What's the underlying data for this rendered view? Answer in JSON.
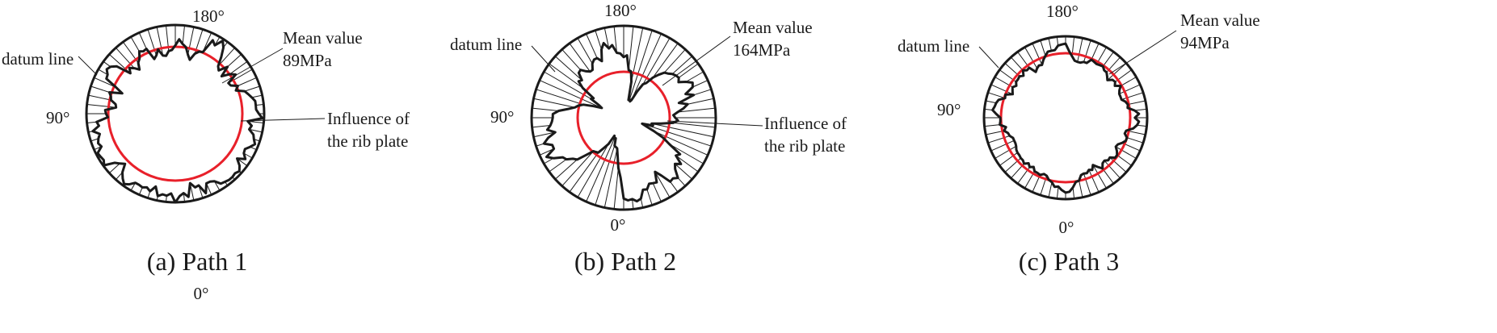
{
  "colors": {
    "outline": "#1a1a1a",
    "mean_circle": "#e8202a",
    "background": "#ffffff"
  },
  "panels": [
    {
      "caption": "(a) Path 1",
      "angle_top": "180°",
      "angle_bottom": "0°",
      "angle_left": "90°",
      "datum_label": "datum line",
      "mean_label_1": "Mean value",
      "mean_label_2": "89MPa",
      "rib_label_1": "Influence of",
      "rib_label_2": "the rib plate",
      "mean_value_mpa": 89,
      "stress_profile": [
        1.0,
        0.93,
        0.9,
        0.95,
        0.8,
        0.86,
        0.85,
        0.96,
        0.86,
        0.86,
        0.88,
        0.94,
        0.95,
        0.96,
        0.96,
        0.95,
        0.97,
        0.93,
        0.86,
        0.94,
        0.89,
        0.88,
        0.92,
        0.96,
        0.93,
        0.91,
        0.85,
        0.87,
        0.82,
        0.98,
        0.94,
        0.91,
        0.91,
        0.91,
        0.88,
        0.85,
        0.82,
        0.73,
        0.77,
        0.7,
        0.69,
        0.81,
        0.76,
        0.67,
        0.79,
        0.69,
        0.72,
        0.82,
        0.92,
        0.98,
        0.89,
        0.93,
        0.76,
        0.75,
        0.71,
        0.63,
        0.68,
        0.76,
        0.79,
        0.84,
        0.77,
        0.72,
        0.71,
        0.66,
        0.67,
        0.75,
        0.69,
        0.66,
        0.8,
        0.79,
        0.81,
        0.74,
        0.71,
        0.64,
        0.69,
        0.73,
        0.68,
        0.85,
        0.9,
        0.92,
        0.88,
        0.87,
        0.73,
        0.64,
        0.78,
        0.75,
        0.74,
        0.68,
        0.67,
        0.79,
        0.78,
        0.76,
        0.89,
        0.87,
        0.95,
        0.88,
        0.91,
        0.93,
        0.91,
        0.98,
        0.97,
        0.96,
        0.99,
        0.88,
        0.84,
        0.8,
        0.89,
        0.94,
        0.98,
        0.95,
        0.9,
        0.9,
        0.91,
        0.89,
        0.92,
        0.85,
        0.95,
        0.92,
        0.93,
        0.9
      ]
    },
    {
      "caption": "(b) Path 2",
      "angle_top": "180°",
      "angle_bottom": "0°",
      "angle_left": "90°",
      "datum_label": "datum line",
      "mean_label_1": "Mean value",
      "mean_label_2": "164MPa",
      "rib_label_1": "Influence of",
      "rib_label_2": "the rib plate",
      "mean_value_mpa": 164,
      "stress_profile": [
        0.88,
        0.9,
        0.89,
        0.92,
        0.9,
        0.81,
        0.82,
        0.77,
        0.78,
        0.79,
        0.68,
        0.75,
        0.86,
        0.85,
        0.88,
        0.79,
        0.75,
        0.8,
        0.7,
        0.73,
        0.57,
        0.48,
        0.36,
        0.26,
        0.21,
        0.33,
        0.31,
        0.41,
        0.54,
        0.59,
        0.56,
        0.54,
        0.59,
        0.66,
        0.71,
        0.62,
        0.8,
        0.72,
        0.82,
        0.84,
        0.78,
        0.71,
        0.74,
        0.73,
        0.71,
        0.68,
        0.66,
        0.6,
        0.54,
        0.45,
        0.42,
        0.32,
        0.21,
        0.19,
        0.21,
        0.2,
        0.4,
        0.51,
        0.52,
        0.68,
        0.66,
        0.7,
        0.71,
        0.8,
        0.77,
        0.84,
        0.78,
        0.66,
        0.71,
        0.71,
        0.68,
        0.62,
        0.62,
        0.65,
        0.7,
        0.69,
        0.61,
        0.63,
        0.55,
        0.39,
        0.41,
        0.3,
        0.26,
        0.35,
        0.46,
        0.51,
        0.54,
        0.61,
        0.71,
        0.77,
        0.77,
        0.78,
        0.8,
        0.84,
        0.76,
        0.85,
        0.91,
        0.83,
        0.83,
        0.94,
        0.88,
        0.79,
        0.77,
        0.71,
        0.68,
        0.57,
        0.49,
        0.48,
        0.47,
        0.39,
        0.33,
        0.22,
        0.25,
        0.24,
        0.32,
        0.33,
        0.34,
        0.42,
        0.55,
        0.65
      ]
    },
    {
      "caption": "(c) Path 3",
      "angle_top": "180°",
      "angle_bottom": "0°",
      "angle_left": "90°",
      "datum_label": "datum line",
      "mean_label_1": "Mean value",
      "mean_label_2": "94MPa",
      "rib_label_1": "",
      "rib_label_2": "",
      "mean_value_mpa": 94,
      "stress_profile": [
        0.92,
        0.91,
        0.86,
        0.8,
        0.79,
        0.73,
        0.72,
        0.73,
        0.7,
        0.72,
        0.67,
        0.72,
        0.77,
        0.72,
        0.71,
        0.74,
        0.73,
        0.78,
        0.78,
        0.75,
        0.71,
        0.72,
        0.76,
        0.79,
        0.79,
        0.75,
        0.76,
        0.84,
        0.88,
        0.9,
        0.85,
        0.9,
        0.85,
        0.77,
        0.78,
        0.76,
        0.72,
        0.72,
        0.72,
        0.74,
        0.78,
        0.72,
        0.75,
        0.74,
        0.69,
        0.72,
        0.75,
        0.75,
        0.78,
        0.77,
        0.76,
        0.77,
        0.78,
        0.72,
        0.72,
        0.7,
        0.7,
        0.71,
        0.76,
        0.82,
        0.91,
        0.9,
        0.89,
        0.84,
        0.84,
        0.84,
        0.8,
        0.76,
        0.71,
        0.72,
        0.7,
        0.67,
        0.76,
        0.75,
        0.78,
        0.73,
        0.76,
        0.75,
        0.75,
        0.72,
        0.75,
        0.73,
        0.71,
        0.79,
        0.78,
        0.85,
        0.87,
        0.88,
        0.9,
        0.85,
        0.8,
        0.8,
        0.81,
        0.74,
        0.77,
        0.73,
        0.72,
        0.69,
        0.69,
        0.69,
        0.7,
        0.72,
        0.73,
        0.73,
        0.74,
        0.74,
        0.76,
        0.72,
        0.75,
        0.72,
        0.76,
        0.76,
        0.77,
        0.74,
        0.75,
        0.79,
        0.81,
        0.86,
        0.85,
        0.89
      ]
    }
  ]
}
